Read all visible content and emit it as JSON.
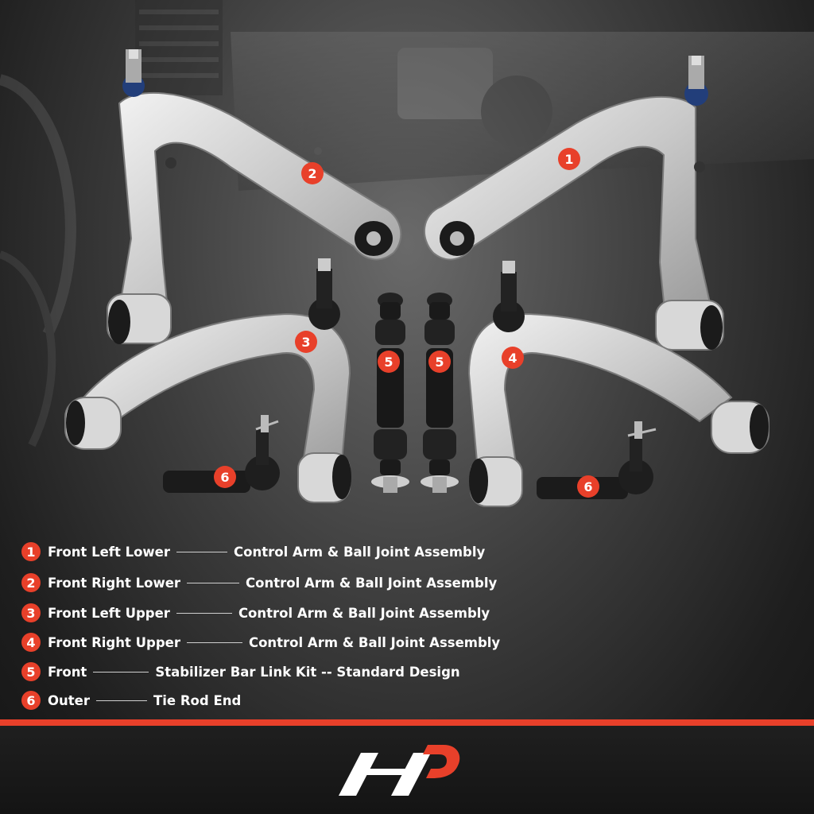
{
  "callouts": [
    "1",
    "2",
    "3",
    "4",
    "5",
    "5",
    "6",
    "6"
  ],
  "legend": {
    "items": [
      {
        "num": "1",
        "position": "Front Left Lower",
        "description": "Control Arm & Ball Joint Assembly"
      },
      {
        "num": "2",
        "position": "Front Right Lower",
        "description": "Control Arm & Ball Joint Assembly"
      },
      {
        "num": "3",
        "position": "Front Left Upper",
        "description": "Control Arm & Ball Joint Assembly"
      },
      {
        "num": "4",
        "position": "Front Right Upper",
        "description": "Control Arm & Ball Joint Assembly"
      },
      {
        "num": "5",
        "position": "Front",
        "description": "Stabilizer Bar Link Kit -- Standard Design"
      },
      {
        "num": "6",
        "position": "Outer",
        "description": "Tie Rod End"
      }
    ]
  },
  "colors": {
    "accent": "#e8402a",
    "background": "#1a1a1a",
    "text": "#ffffff"
  },
  "brand": {
    "logo_icon": "a-premium-logo-icon"
  }
}
